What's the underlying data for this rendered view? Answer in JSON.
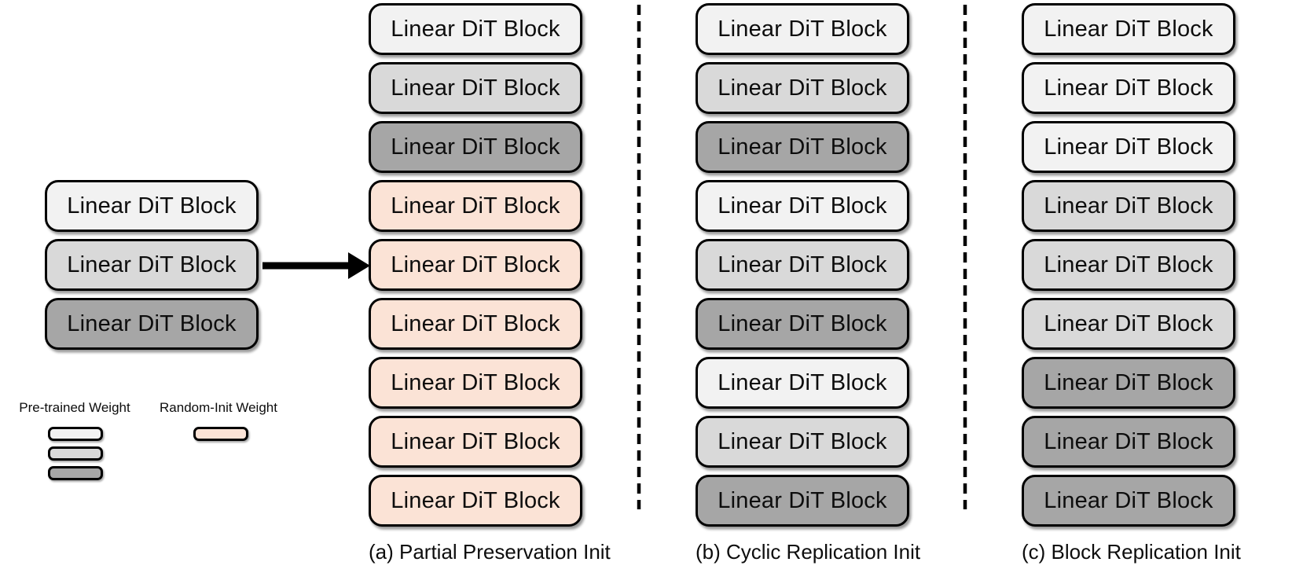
{
  "block_label": "Linear DiT Block",
  "source_model": {
    "blocks": [
      "light",
      "medium",
      "dark"
    ]
  },
  "columns": [
    {
      "key": "a",
      "caption": "(a) Partial Preservation Init",
      "blocks": [
        "light",
        "medium",
        "dark",
        "peach",
        "peach",
        "peach",
        "peach",
        "peach",
        "peach"
      ]
    },
    {
      "key": "b",
      "caption": "(b) Cyclic Replication Init",
      "blocks": [
        "light",
        "medium",
        "dark",
        "light",
        "medium",
        "dark",
        "light",
        "medium",
        "dark"
      ]
    },
    {
      "key": "c",
      "caption": "(c) Block Replication Init",
      "blocks": [
        "light",
        "light",
        "light",
        "medium",
        "medium",
        "medium",
        "dark",
        "dark",
        "dark"
      ]
    }
  ],
  "legend": {
    "pretrained": {
      "label": "Pre-trained Weight",
      "swatches": [
        "light",
        "medium",
        "dark"
      ]
    },
    "random_init": {
      "label": "Random-Init Weight",
      "swatches": [
        "peach"
      ]
    }
  },
  "colors": {
    "light": "#f2f2f2",
    "medium": "#d9d9d9",
    "dark": "#a6a6a6",
    "peach": "#fbe3d6",
    "outline": "#000000"
  }
}
